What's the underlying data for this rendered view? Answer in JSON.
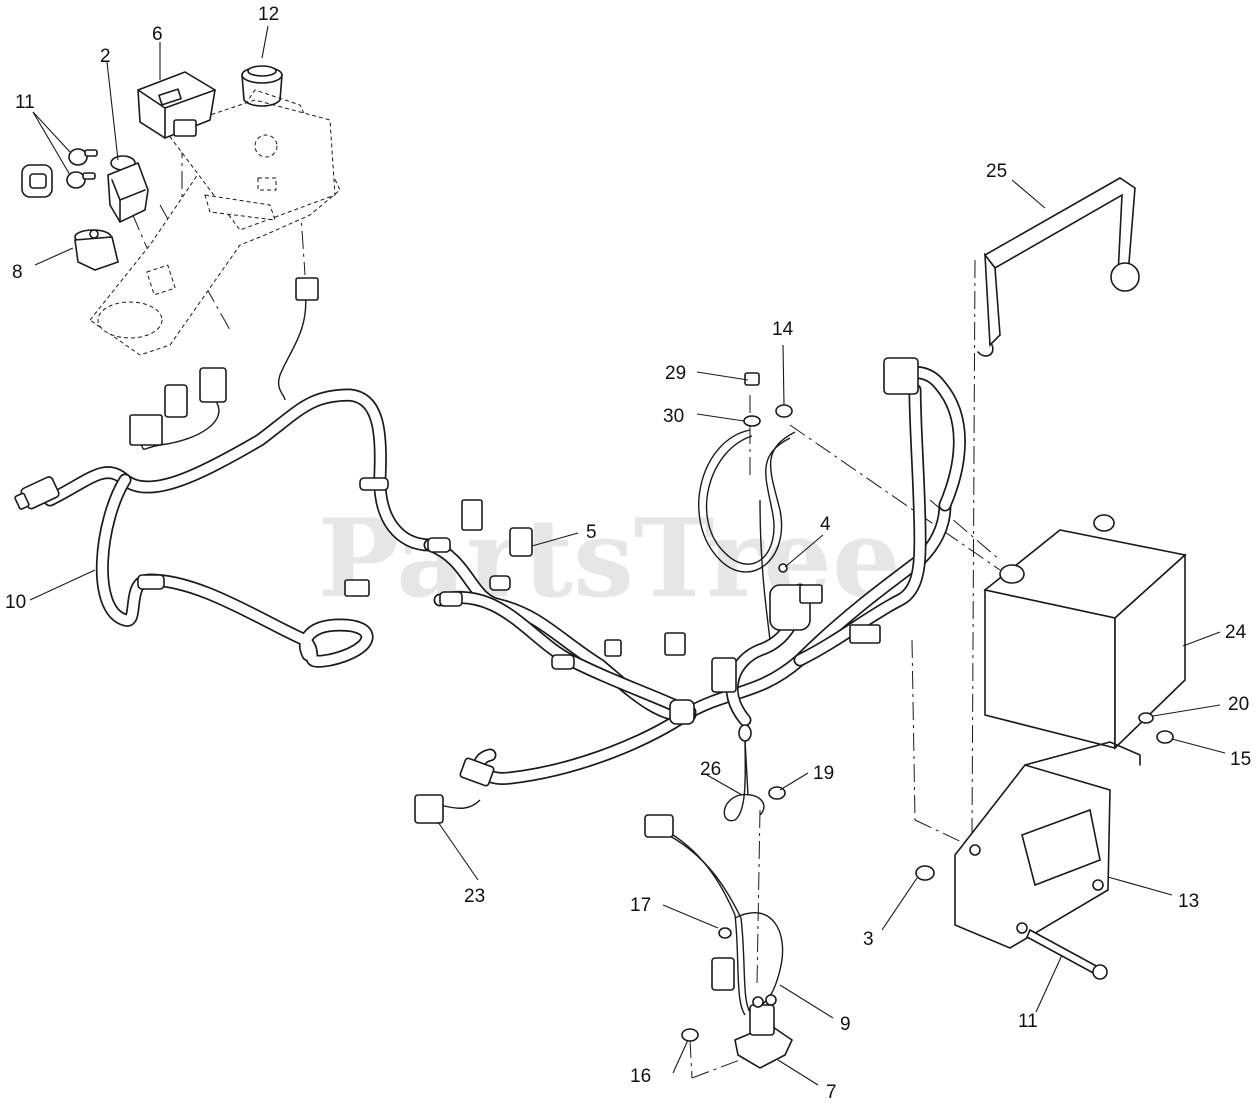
{
  "watermark": "PartsTree",
  "callouts": [
    "12",
    "6",
    "2",
    "11",
    "8",
    "10",
    "25",
    "29",
    "14",
    "30",
    "5",
    "4",
    "24",
    "20",
    "15",
    "26",
    "19",
    "23",
    "13",
    "17",
    "3",
    "11",
    "9",
    "16",
    "7"
  ]
}
